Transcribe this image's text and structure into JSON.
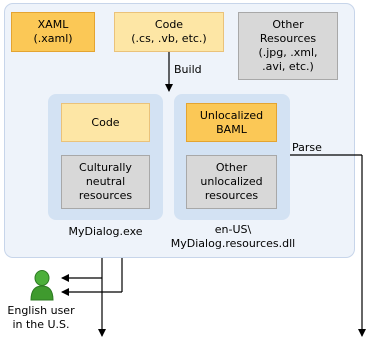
{
  "boxes": {
    "xaml": "XAML\n(.xaml)",
    "code_top": "Code\n(.cs, .vb, etc.)",
    "other_resources": "Other\nResources\n(.jpg, .xml,\n.avi, etc.)",
    "code_inner": "Code",
    "culturally_neutral": "Culturally\nneutral\nresources",
    "unlocalized_baml": "Unlocalized\nBAML",
    "other_unlocalized": "Other\nunlocalized\nresources"
  },
  "labels": {
    "build": "Build",
    "parse": "Parse",
    "mydialog_exe": "MyDialog.exe",
    "resources_dll": "en-US\\\nMyDialog.resources.dll",
    "user": "English user\nin the U.S."
  },
  "icons": {
    "user": "user-person-icon"
  },
  "colors": {
    "orange": "#fbc856",
    "light_orange": "#fde6a5",
    "gray": "#d8d8d8",
    "user_green": "#3f9a2e"
  }
}
